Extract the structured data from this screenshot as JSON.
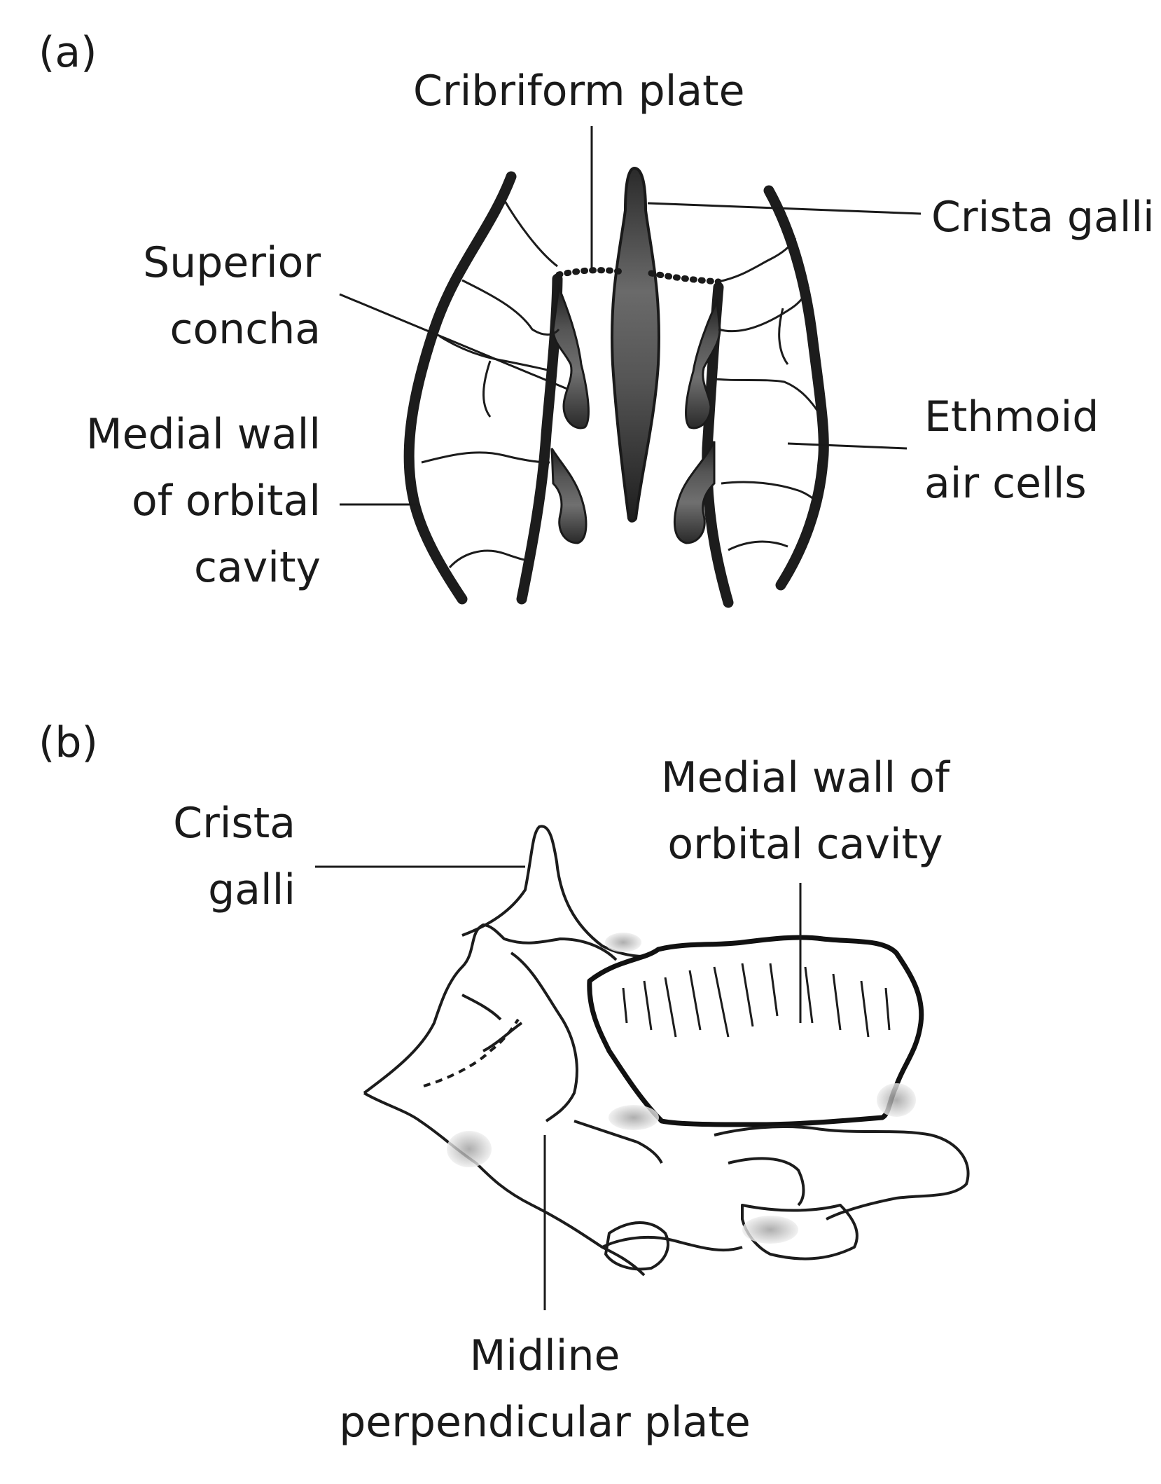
{
  "panel_a": {
    "tag": "(a)",
    "labels": {
      "cribriform_plate": "Cribriform plate",
      "crista_galli": "Crista galli",
      "superior_concha_line1": "Superior",
      "superior_concha_line2": "concha",
      "medial_wall_line1": "Medial wall",
      "medial_wall_line2": "of orbital",
      "medial_wall_line3": "cavity",
      "ethmoid_line1": "Ethmoid",
      "ethmoid_line2": "air cells"
    }
  },
  "panel_b": {
    "tag": "(b)",
    "labels": {
      "crista_galli_line1": "Crista",
      "crista_galli_line2": "galli",
      "medial_wall_line1": "Medial wall of",
      "medial_wall_line2": "orbital cavity",
      "midline_line1": "Midline",
      "midline_line2": "perpendicular plate"
    }
  },
  "colors": {
    "ink": "#1a1a1a",
    "bone_gradient_top": "#3a3a3a",
    "bone_gradient_mid": "#6a6a6a",
    "bone_gradient_bottom": "#222222"
  }
}
